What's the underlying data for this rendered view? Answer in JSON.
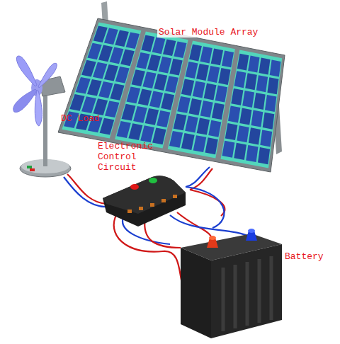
{
  "diagram": {
    "labels": [
      "Solar Module Array",
      "DC Load",
      "Electronic Control Circuit",
      "Battery"
    ]
  }
}
